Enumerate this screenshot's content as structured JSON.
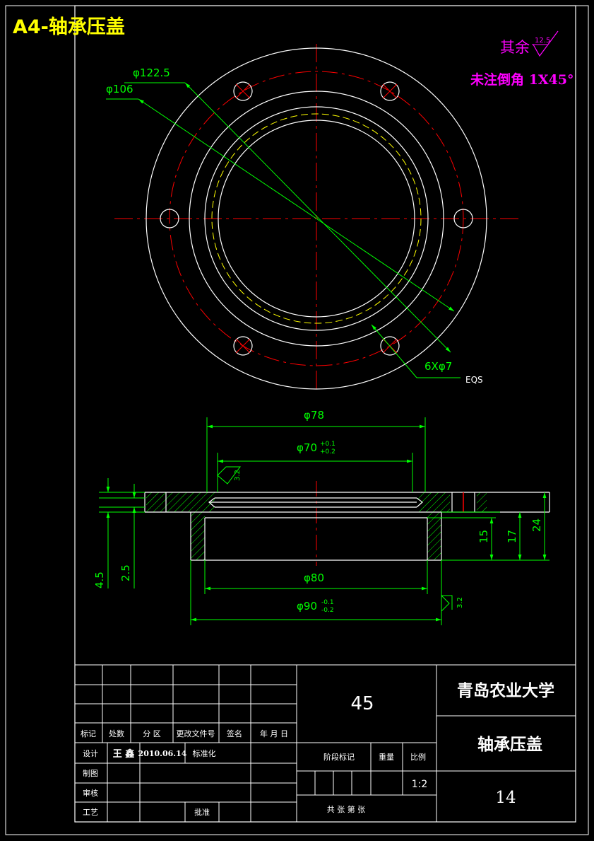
{
  "sheet": {
    "header_label": "A4-轴承压盖",
    "note_roughness_prefix": "其余",
    "note_roughness_value": "12.5",
    "note_chamfer": "未注倒角 1X45°"
  },
  "top_view": {
    "dim_outer": "φ122.5",
    "dim_bolt_circle": "φ106",
    "dim_holes": "6Xφ7",
    "dim_holes_note": "EQS"
  },
  "section_view": {
    "dim_top_width": "φ78",
    "dim_bore_main": "φ70",
    "dim_bore_tol_upper": "+0.1",
    "dim_bore_tol_lower": "+0.2",
    "roughness_bore": "3.2",
    "dim_height_15": "15",
    "dim_height_17": "17",
    "dim_height_24": "24",
    "dim_left_45": "4.5",
    "dim_left_25": "2.5",
    "dim_lower_inner": "φ80",
    "dim_lower_outer_main": "φ90",
    "dim_lower_outer_tol_upper": "-0.1",
    "dim_lower_outer_tol_lower": "-0.2",
    "roughness_outer": "3.2"
  },
  "title_block": {
    "material": "45",
    "school": "青岛农业大学",
    "part_name": "轴承压盖",
    "drawing_no": "14",
    "row_revision": [
      "标记",
      "处数",
      "分  区",
      "更改文件号",
      "签名",
      "年  月  日"
    ],
    "label_design": "设计",
    "designer_name": "王  鑫",
    "design_date": "2010.06.14",
    "label_standard": "标准化",
    "label_draw": "制图",
    "label_review": "审核",
    "label_process": "工艺",
    "label_approve": "批准",
    "label_stage": "阶段标记",
    "label_weight": "重量",
    "label_scale": "比例",
    "scale_value": "1:2",
    "sheets_text": "共   张   第   张"
  },
  "colors": {
    "line": "#ffffff",
    "dim": "#00ff00",
    "center": "#ff0000",
    "hidden": "#ffff00",
    "note": "#ff00ff",
    "header": "#ffff00",
    "hatch": "#00ff00"
  }
}
